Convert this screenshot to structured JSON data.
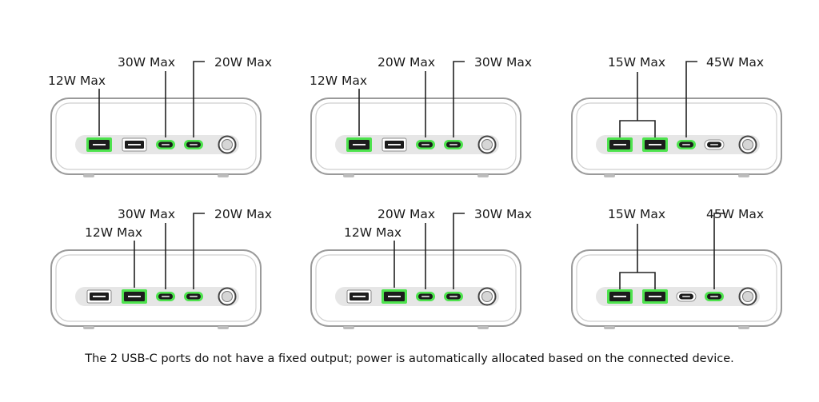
{
  "panels": [
    {
      "labels": [
        "12W Max",
        "30W Max",
        "20W Max"
      ],
      "ports": [
        {
          "type": "usb-a",
          "active": true
        },
        {
          "type": "usb-a",
          "active": false
        },
        {
          "type": "usb-c",
          "active": true
        },
        {
          "type": "usb-c",
          "active": true
        },
        {
          "type": "button",
          "active": false
        }
      ]
    },
    {
      "labels": [
        "12W Max",
        "20W Max",
        "30W Max"
      ],
      "ports": [
        {
          "type": "usb-a",
          "active": true
        },
        {
          "type": "usb-a",
          "active": false
        },
        {
          "type": "usb-c",
          "active": true
        },
        {
          "type": "usb-c",
          "active": true
        },
        {
          "type": "button",
          "active": false
        }
      ]
    },
    {
      "labels": [
        "15W Max",
        "45W Max"
      ],
      "ports": [
        {
          "type": "usb-a",
          "active": true
        },
        {
          "type": "usb-a",
          "active": true
        },
        {
          "type": "usb-c",
          "active": true
        },
        {
          "type": "usb-c",
          "active": false
        },
        {
          "type": "button",
          "active": false
        }
      ]
    },
    {
      "labels": [
        "12W Max",
        "30W Max",
        "20W Max"
      ],
      "ports": [
        {
          "type": "usb-a",
          "active": false
        },
        {
          "type": "usb-a",
          "active": true
        },
        {
          "type": "usb-c",
          "active": true
        },
        {
          "type": "usb-c",
          "active": true
        },
        {
          "type": "button",
          "active": false
        }
      ]
    },
    {
      "labels": [
        "12W Max",
        "20W Max",
        "30W Max"
      ],
      "ports": [
        {
          "type": "usb-a",
          "active": false
        },
        {
          "type": "usb-a",
          "active": true
        },
        {
          "type": "usb-c",
          "active": true
        },
        {
          "type": "usb-c",
          "active": true
        },
        {
          "type": "button",
          "active": false
        }
      ]
    },
    {
      "labels": [
        "15W Max",
        "45W Max"
      ],
      "ports": [
        {
          "type": "usb-a",
          "active": true
        },
        {
          "type": "usb-a",
          "active": true
        },
        {
          "type": "usb-c",
          "active": false
        },
        {
          "type": "usb-c",
          "active": true
        },
        {
          "type": "button",
          "active": false
        }
      ]
    }
  ],
  "caption": "The 2 USB-C ports do not have a fixed output; power is automatically allocated based on the connected device.",
  "colors": {
    "active": "#4ee34e",
    "body": "#ffffff",
    "outline": "#9a9a9a",
    "strip": "#e6e6e6",
    "port": "#1c1c1c"
  }
}
